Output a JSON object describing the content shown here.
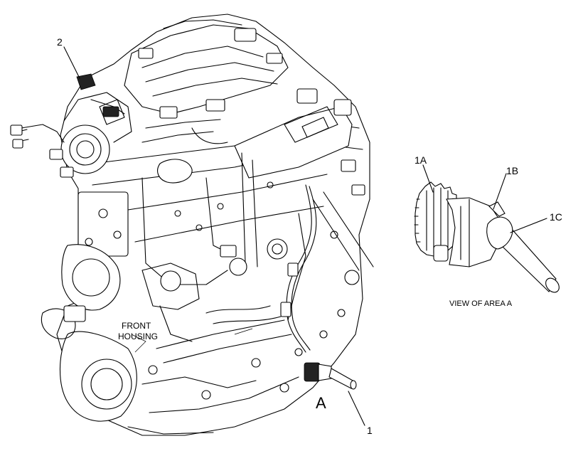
{
  "callouts": {
    "c1": "1",
    "c2": "2",
    "c1a": "1A",
    "c1b": "1B",
    "c1c": "1C",
    "area": "A"
  },
  "labels": {
    "front_housing_line1": "FRONT",
    "front_housing_line2": "HOUSING",
    "view_of_area": "VIEW OF AREA  A"
  }
}
